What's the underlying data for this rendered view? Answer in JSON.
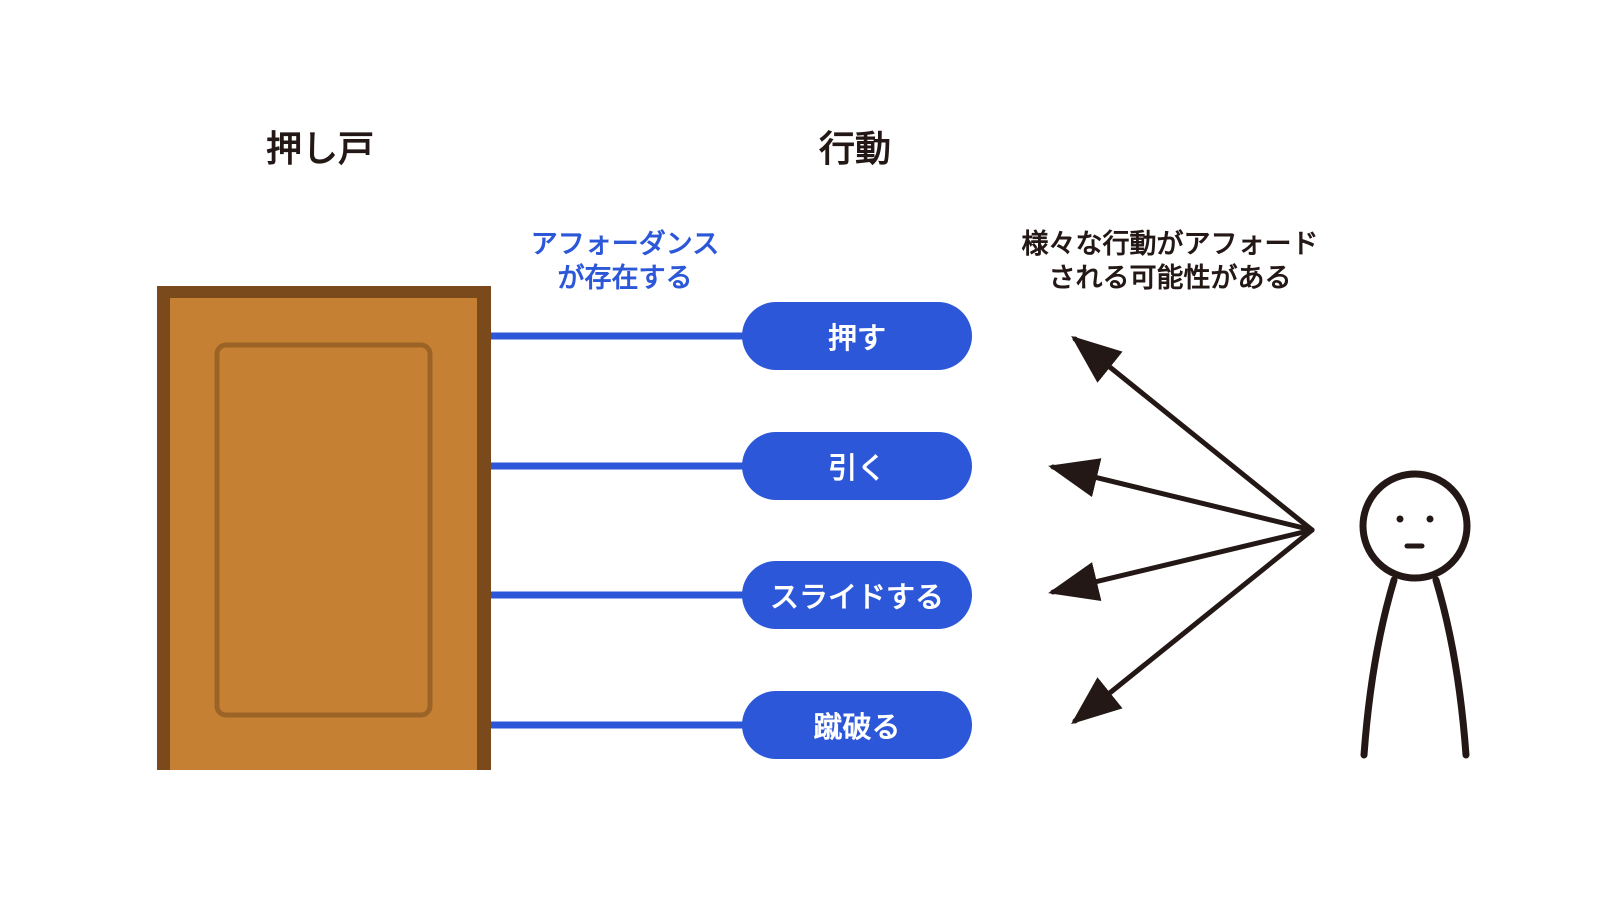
{
  "headings": {
    "door": "押し戸",
    "action": "行動"
  },
  "affordance_note": {
    "line1": "アフォーダンス",
    "line2": "が存在する"
  },
  "person_note": {
    "line1": "様々な行動がアフォード",
    "line2": "される可能性がある"
  },
  "actions": [
    {
      "label": "押す"
    },
    {
      "label": "引く"
    },
    {
      "label": "スライドする"
    },
    {
      "label": "蹴破る"
    }
  ],
  "colors": {
    "accent": "#2c57d8",
    "door_fill": "#c58034",
    "door_frame": "#7a4a1c",
    "ink": "#231815"
  },
  "icons": [
    "door-icon",
    "person-icon",
    "arrow-icon"
  ]
}
